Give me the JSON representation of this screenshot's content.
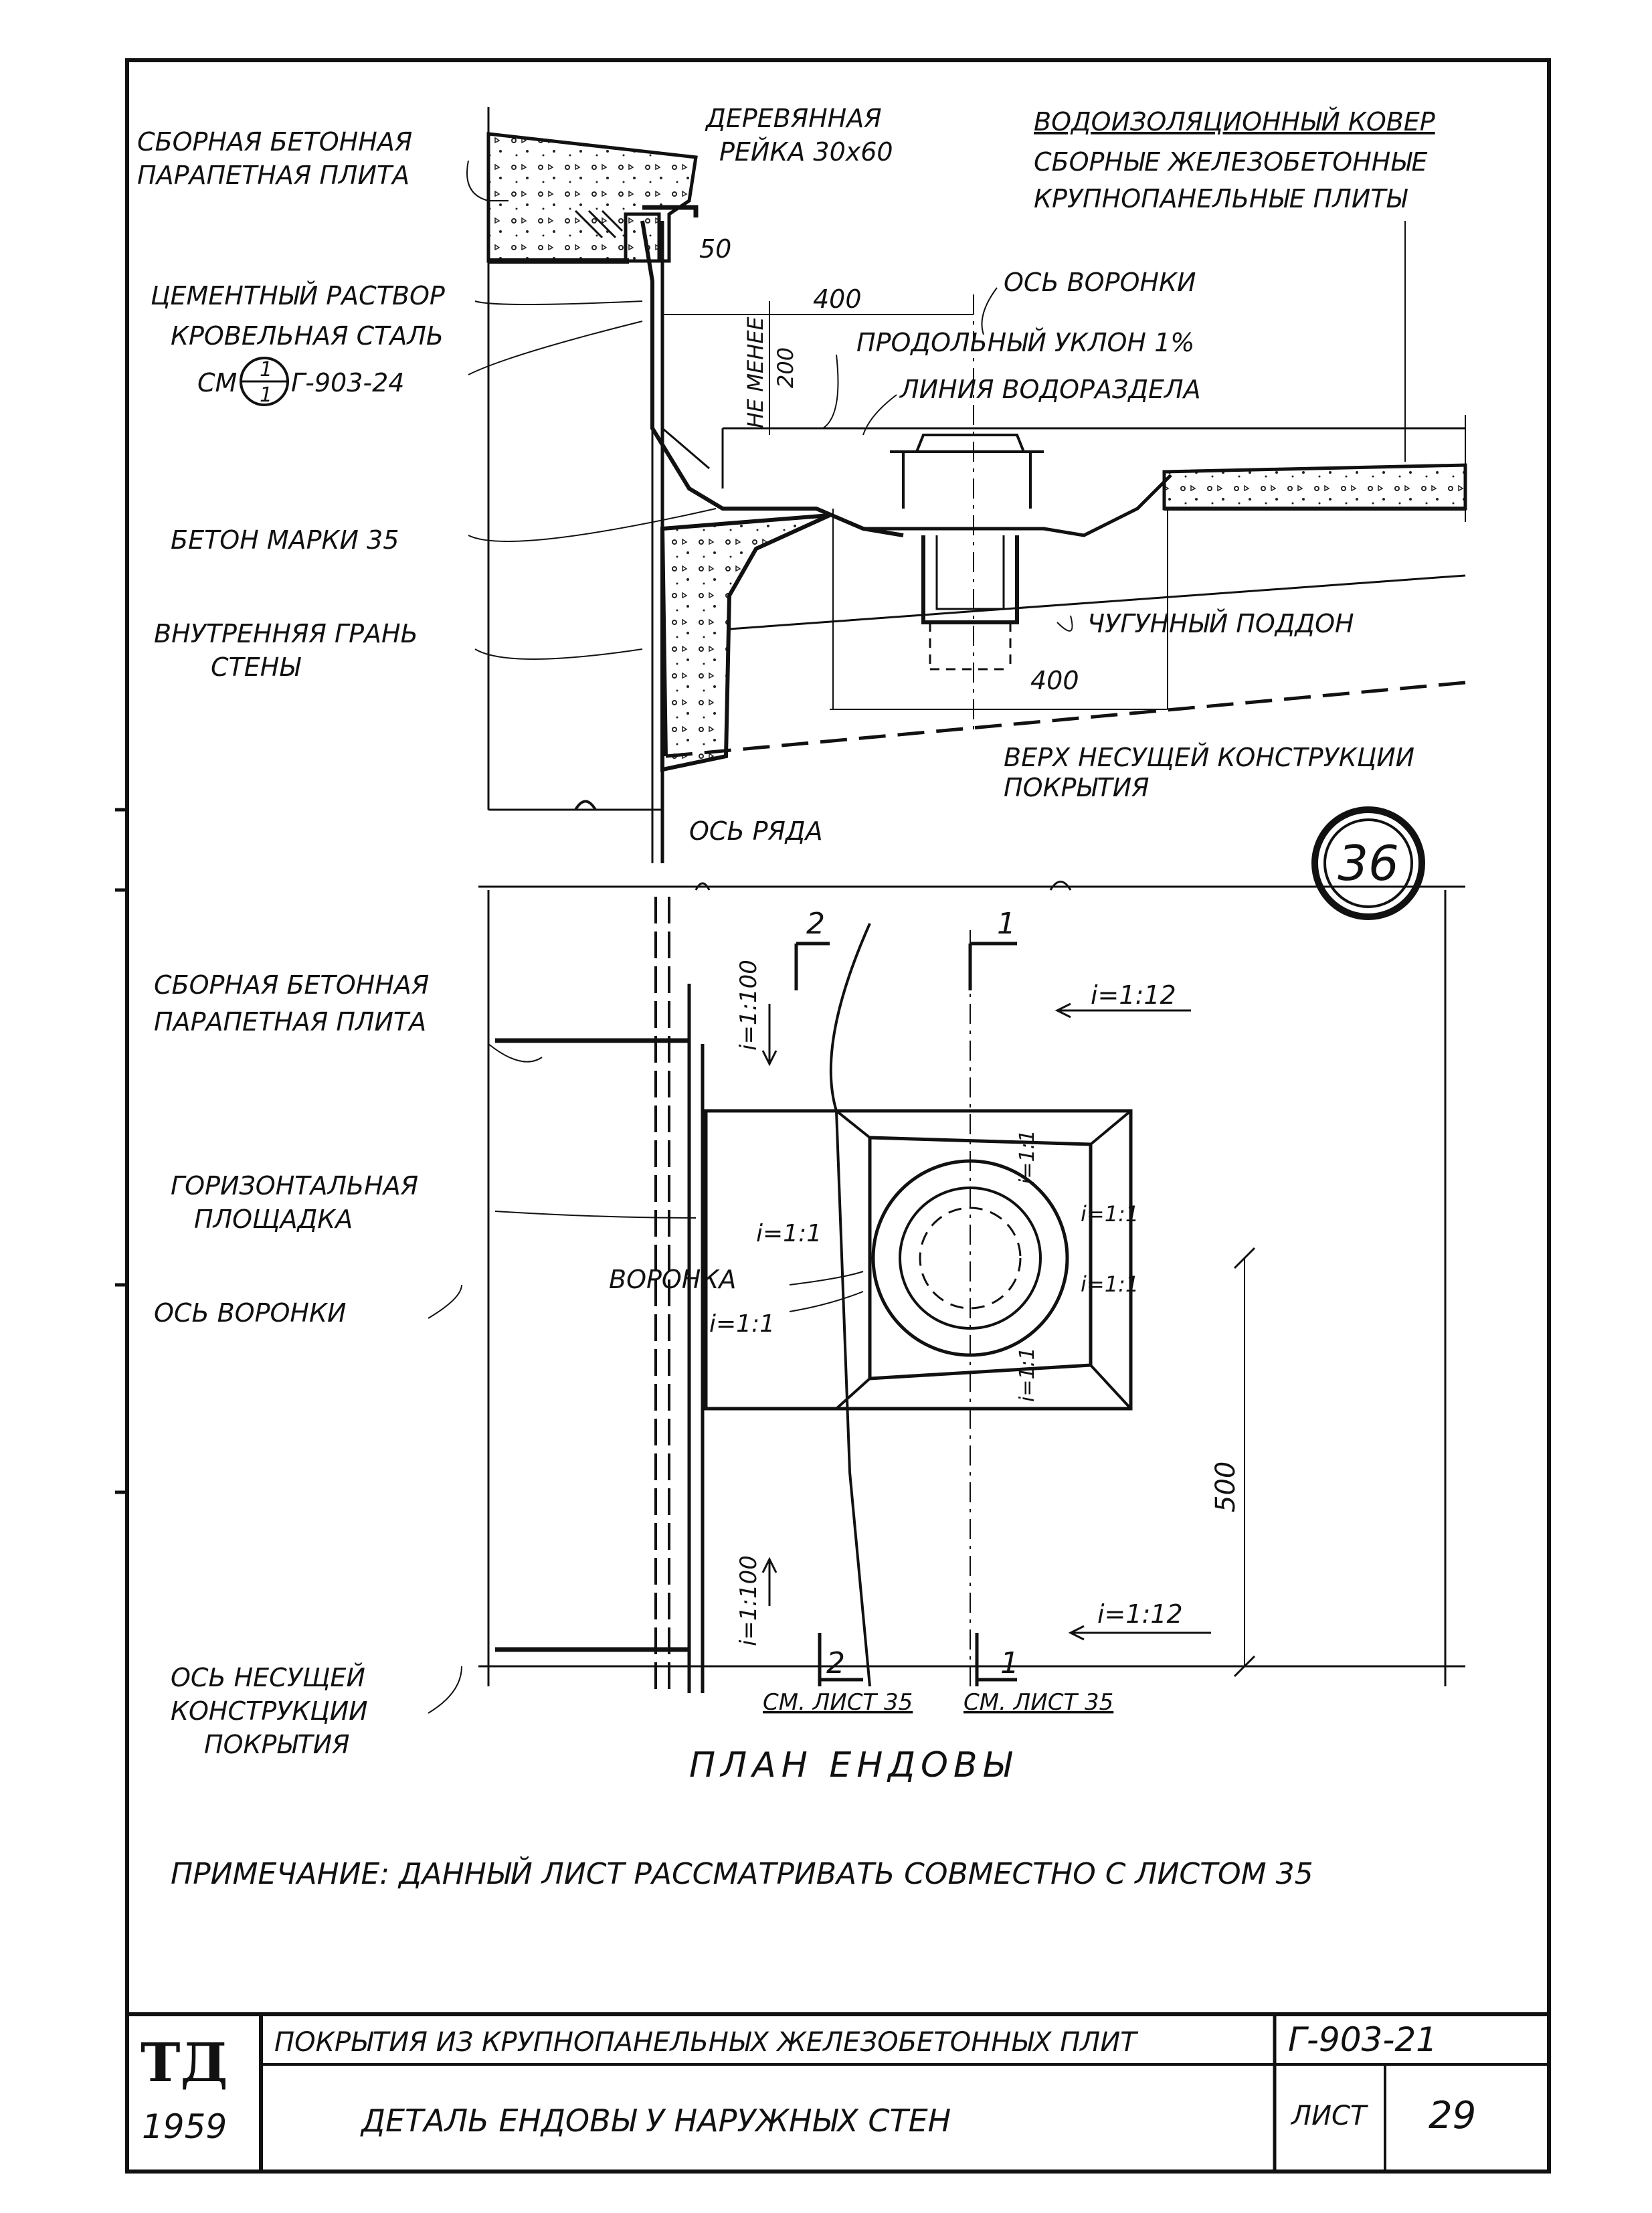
{
  "section": {
    "wood_strip": [
      "ДЕРЕВЯННАЯ",
      "РЕЙКА 30х60"
    ],
    "parapet_slab": [
      "СБОРНАЯ БЕТОННАЯ",
      "ПАРАПЕТНАЯ ПЛИТА"
    ],
    "cement_mortar": "ЦЕМЕНТНЫЙ РАСТВОР",
    "roof_steel": "КРОВЕЛЬНАЯ СТАЛЬ",
    "roof_steel_ref_prefix": "СМ",
    "roof_steel_ref_num": "1",
    "roof_steel_ref_den": "1",
    "roof_steel_ref": "Г-903-24",
    "dim_50": "50",
    "dim_400_top": "400",
    "dim_min_label": "НЕ МЕНЕЕ",
    "dim_200": "200",
    "funnel_axis": "ОСЬ ВОРОНКИ",
    "long_slope": "ПРОДОЛЬНЫЙ УКЛОН 1%",
    "watershed": "ЛИНИЯ ВОДОРАЗДЕЛА",
    "waterproof": "ВОДОИЗОЛЯЦИОННЫЙ КОВЕР",
    "precast_slabs": [
      "СБОРНЫЕ ЖЕЛЕЗОБЕТОННЫЕ",
      "КРУПНОПАНЕЛЬНЫЕ ПЛИТЫ"
    ],
    "concrete_35": "БЕТОН МАРКИ 35",
    "inner_face": [
      "ВНУТРЕННЯЯ ГРАНЬ",
      "СТЕНЫ"
    ],
    "cast_iron_tray": "ЧУГУННЫЙ ПОДДОН",
    "dim_400_bottom": "400",
    "top_structure": [
      "ВЕРХ НЕСУЩЕЙ КОНСТРУКЦИИ",
      "ПОКРЫТИЯ"
    ],
    "row_axis": "ОСЬ РЯДА",
    "detail_number": "36"
  },
  "plan": {
    "parapet_slab": [
      "СБОРНАЯ БЕТОННАЯ",
      "ПАРАПЕТНАЯ ПЛИТА"
    ],
    "horizontal_pad": [
      "ГОРИЗОНТАЛЬНАЯ",
      "ПЛОЩАДКА"
    ],
    "funnel_axis": "ОСЬ ВОРОНКИ",
    "funnel": "ВОРОНКА",
    "bearing_axis": [
      "ОСЬ НЕСУЩЕЙ",
      "КОНСТРУКЦИИ",
      "ПОКРЫТИЯ"
    ],
    "section_1": "1",
    "section_2": "2",
    "slope_1_100": "i=1:100",
    "slope_1_12": "i=1:12",
    "slope_1_1": "i=1:1",
    "dim_500": "500",
    "see_sheet_35": "СМ. ЛИСТ 35",
    "title": "ПЛАН ЕНДОВЫ"
  },
  "note": "ПРИМЕЧАНИЕ: ДАННЫЙ ЛИСТ РАССМАТРИВАТЬ СОВМЕСТНО С ЛИСТОМ 35",
  "title_block": {
    "logo": "ТД",
    "year": "1959",
    "series_title": "ПОКРЫТИЯ ИЗ КРУПНОПАНЕЛЬНЫХ ЖЕЛЕЗОБЕТОННЫХ ПЛИТ",
    "series_code": "Г-903-21",
    "sheet_title": "ДЕТАЛЬ ЕНДОВЫ У НАРУЖНЫХ СТЕН",
    "sheet_label": "ЛИСТ",
    "sheet_number": "29"
  }
}
